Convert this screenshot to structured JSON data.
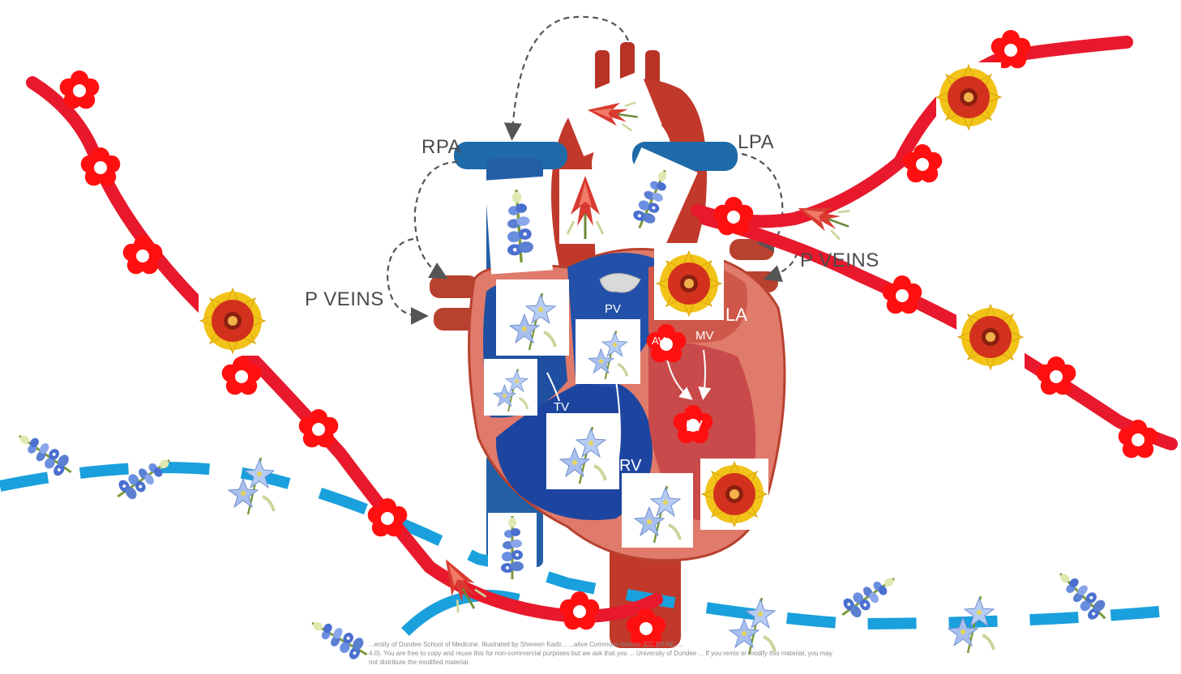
{
  "labels": {
    "rpa": "RPA",
    "lpa": "LPA",
    "p_veins_left": "P VEINS",
    "p_veins_right": "P VEINS",
    "pv": "PV",
    "la": "LA",
    "av": "AV",
    "mv": "MV",
    "tv": "TV",
    "lv": "LV",
    "rv": "RV"
  },
  "credit": {
    "line1": "...ersity of Dundee School of Medicine. Illustrated by Shereen Kadir... ...ative Commons license (CC BY-NC-...",
    "line2": "4.0). You are free to copy and reuse this for non-commercial purposes but we ask that you ... University of Dundee ... If you remix or modify this material, you may",
    "line3": "not distribute the modified material."
  },
  "colors": {
    "red_line": "#e8192c",
    "blue_dash": "#1aa0dc",
    "aorta": "#c0392b",
    "vena_cava": "#1f5fa8",
    "heart_wall": "#e07a6a",
    "flower_red": "#ff1010",
    "bluebonnet": "#5b7fd1",
    "paintbrush": "#d93a2f",
    "gaillardia": "#f2c318"
  }
}
